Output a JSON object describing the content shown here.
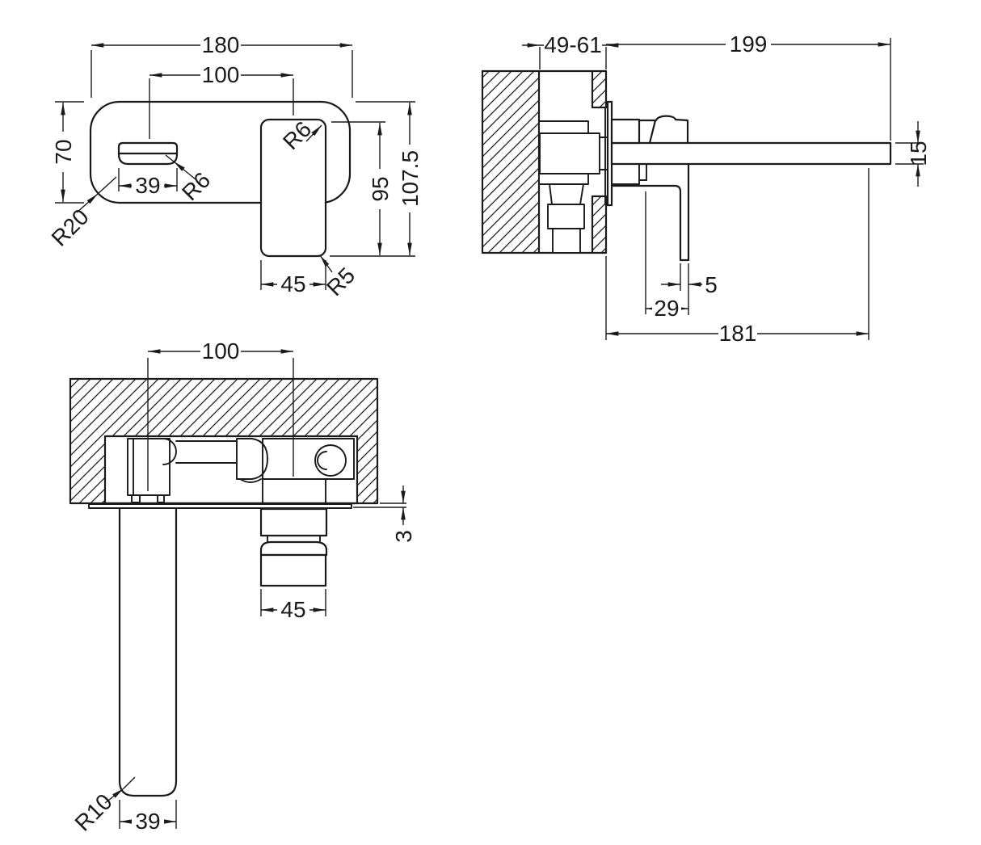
{
  "views": {
    "front": {
      "plate_width": "180",
      "spout_center_offset": "100",
      "plate_height": "70",
      "spout_width": "39",
      "spout_corner_radius": "R6",
      "plate_corner_radius": "R20",
      "handle_corner_radius": "R6",
      "handle_height": "95",
      "overall_height": "107.5",
      "handle_width": "45",
      "handle_bottom_radius": "R5"
    },
    "side": {
      "wall_thickness_range": "49-61",
      "spout_reach": "199",
      "spout_height": "15",
      "lever_thickness": "5",
      "lever_offset": "29",
      "overall_projection": "181"
    },
    "top": {
      "spout_center_offset": "100",
      "plate_thickness": "3",
      "handle_width": "45",
      "spout_corner_radius": "R10",
      "spout_width": "39"
    }
  },
  "colors": {
    "line": "#1a1a1a",
    "background": "#ffffff"
  }
}
